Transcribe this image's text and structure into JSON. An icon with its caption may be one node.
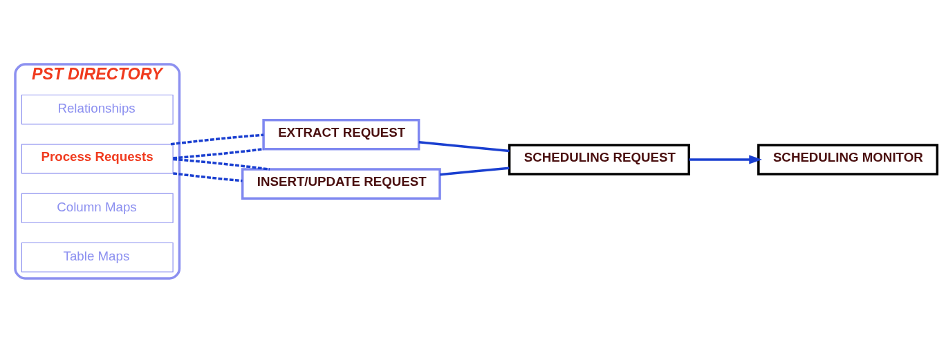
{
  "diagram": {
    "nodes": [
      {
        "text": [
          "PST DIRECTORY"
        ]
      },
      {
        "text": [
          "Relationships"
        ],
        "in": 0
      },
      {
        "text": [
          "Process Requests"
        ],
        "in": 0
      },
      {
        "text": [
          "Column Maps"
        ],
        "in": 0
      },
      {
        "text": [
          "Table Maps"
        ],
        "in": 0
      },
      {
        "text": [
          "EXTRACT REQUEST"
        ]
      },
      {
        "text": [
          "INSERT/UPDATE REQUEST"
        ]
      },
      {
        "text": [
          "SCHEDULING REQUEST"
        ]
      },
      {
        "text": [
          "SCHEDULING MONITOR"
        ]
      }
    ],
    "edges": [
      {
        "from": 2,
        "to": 5,
        "arrow": "none",
        "style": "dashed"
      },
      {
        "from": 2,
        "to": 5,
        "arrow": "none",
        "style": "dashed"
      },
      {
        "from": 2,
        "to": 6,
        "arrow": "none",
        "style": "dashed"
      },
      {
        "from": 2,
        "to": 6,
        "arrow": "none",
        "style": "dashed"
      },
      {
        "from": 5,
        "to": 7,
        "arrow": "none"
      },
      {
        "from": 6,
        "to": 7,
        "arrow": "none"
      },
      {
        "from": 7,
        "to": 8,
        "arrow": "to"
      }
    ]
  }
}
